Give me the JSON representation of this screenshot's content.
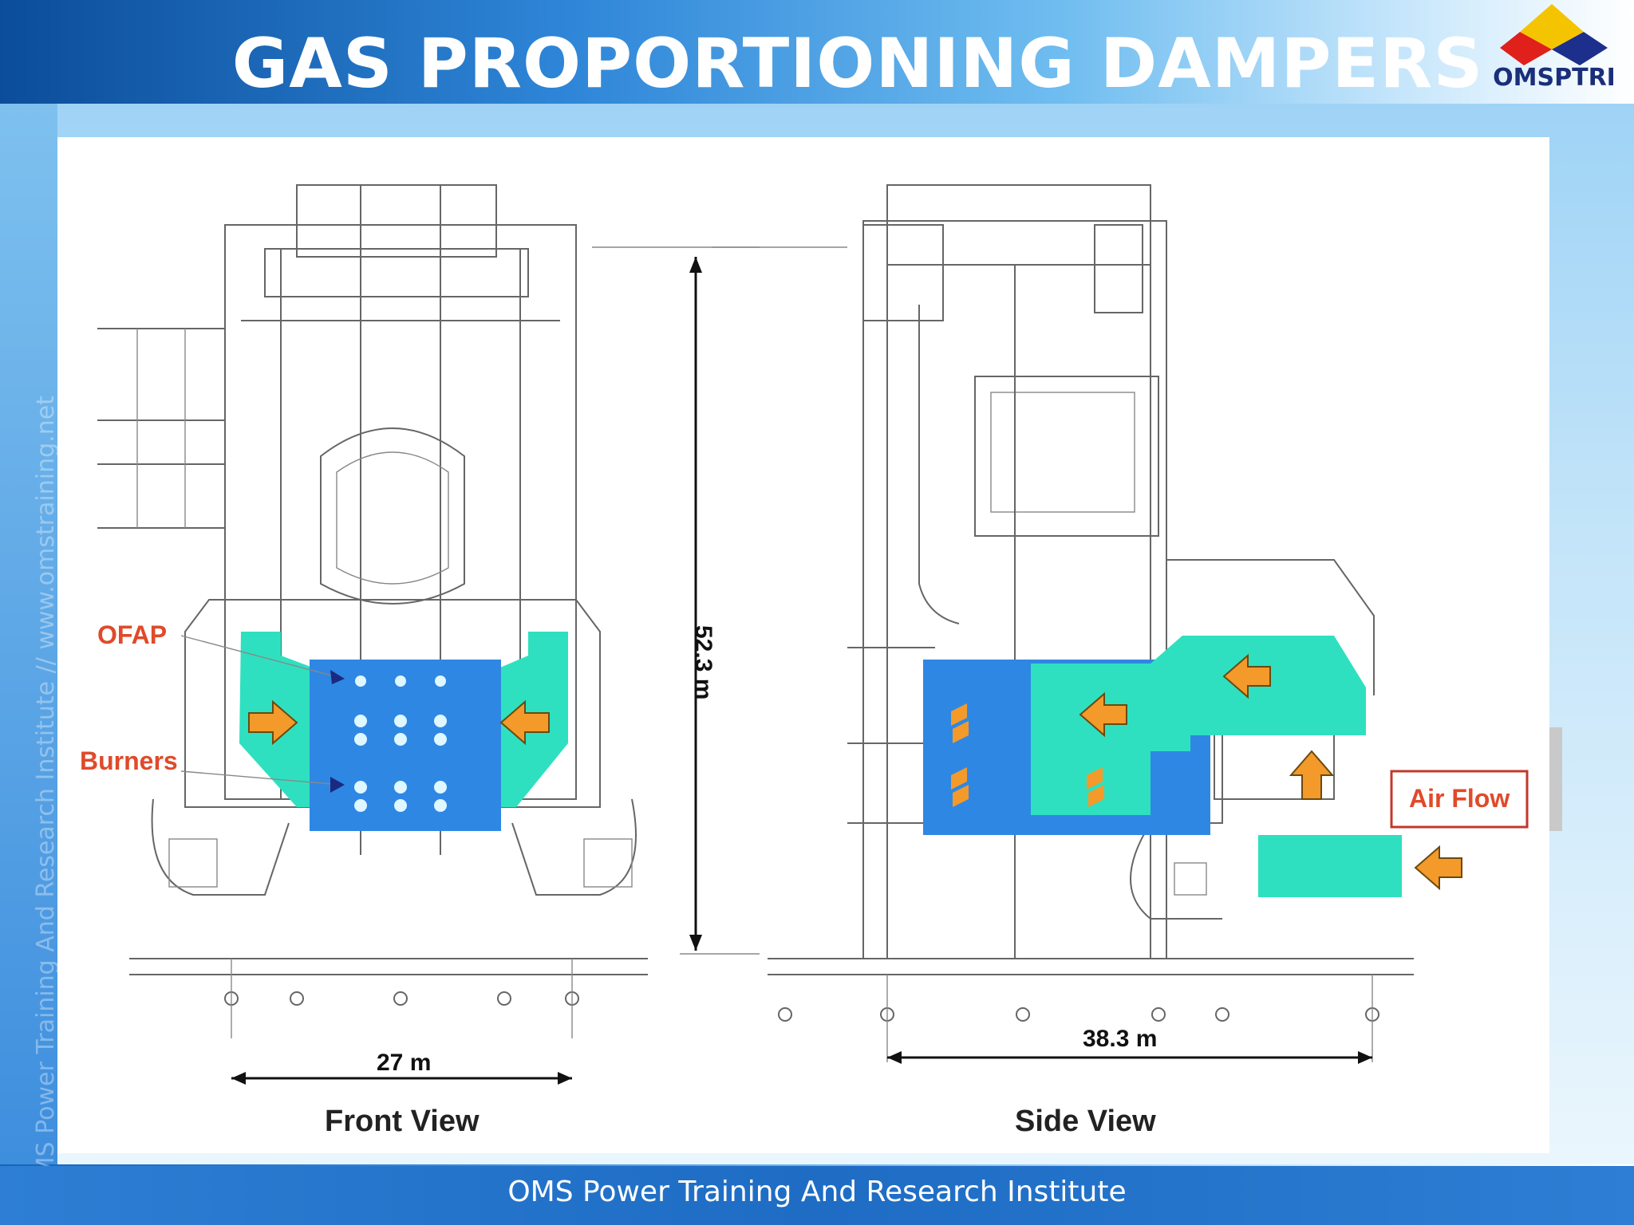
{
  "title": "GAS PROPORTIONING DAMPERS",
  "logo": {
    "text": "OMSPTRI",
    "colors": {
      "top": "#f5c400",
      "left": "#e0201b",
      "right": "#1c2f8c"
    }
  },
  "watermark": "OMS Power Training And Research Institute  //  www.omstraining.net",
  "footer": "OMS Power Training And Research Institute",
  "diagram": {
    "front_view": {
      "caption": "Front View",
      "labels": {
        "ofap": "OFAP",
        "burners": "Burners"
      },
      "width_dimension": "27 m",
      "height_dimension": "52.3 m"
    },
    "side_view": {
      "caption": "Side View",
      "width_dimension": "38.3 m",
      "air_flow_label": "Air Flow"
    },
    "colors": {
      "furnace_blue": "#2f87e4",
      "air_cyan": "#2fe0c0",
      "arrow_orange": "#f39a2a",
      "label_red": "#e04a2a"
    }
  }
}
